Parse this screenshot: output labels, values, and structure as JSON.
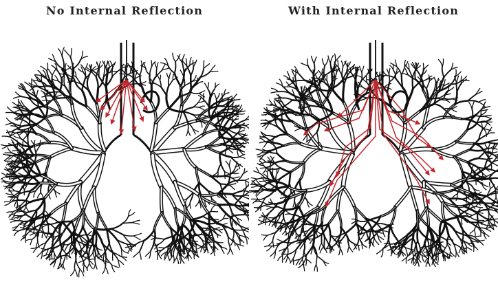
{
  "panels": {
    "left": {
      "title": "No Internal Reflection",
      "ray_count": 9
    },
    "right": {
      "title": "With Internal Reflection",
      "ray_count": 12
    }
  },
  "colors": {
    "airway": "#111111",
    "ray": "#c0272d",
    "title": "#222222"
  },
  "icons": {
    "airway_tree": "bronchial-tree-icon",
    "light_source": "fiber-probe-icon",
    "ray": "arrow-icon"
  }
}
